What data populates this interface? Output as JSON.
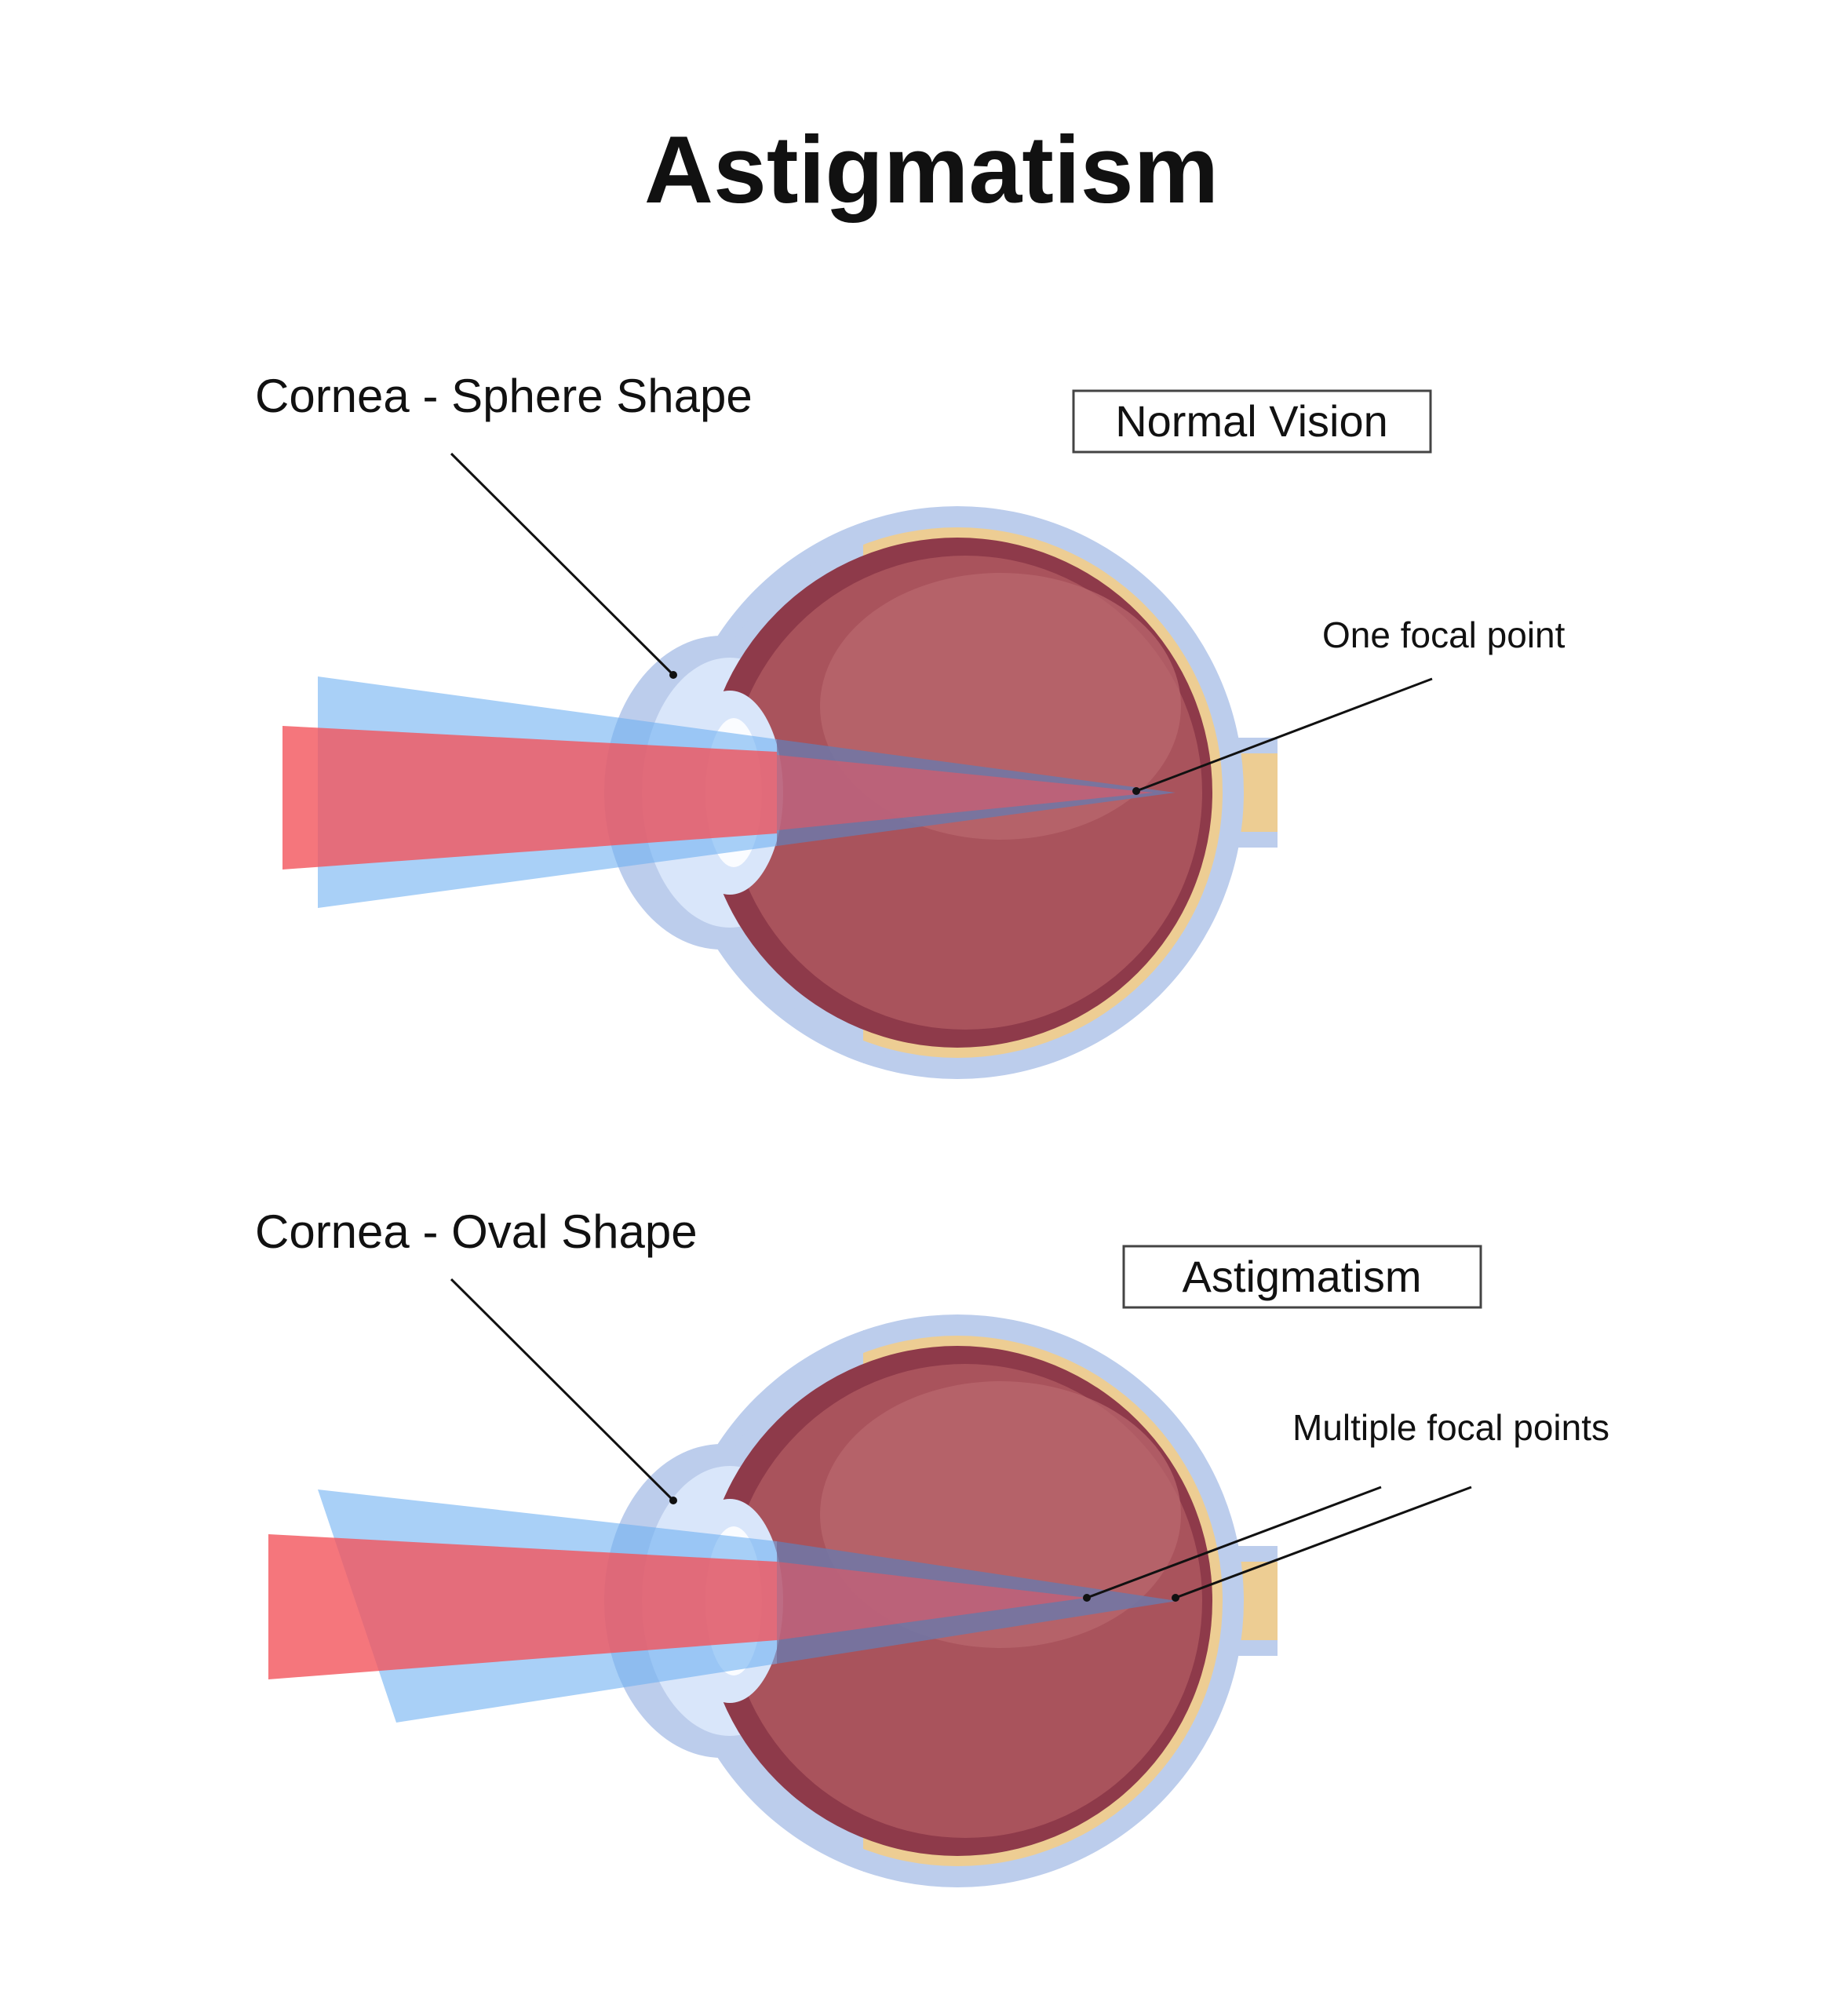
{
  "title": "Astigmatism",
  "panels": [
    {
      "cornea_label": "Cornea - Sphere Shape",
      "box_label": "Normal Vision",
      "focal_label": "One focal point"
    },
    {
      "cornea_label": "Cornea - Oval Shape",
      "box_label": "Astigmatism",
      "focal_label": "Multiple focal points"
    }
  ],
  "colors": {
    "outer_layer": "#BCCDEC",
    "sclera": "#EDCD93",
    "eye_dark": "#8E3A4A",
    "eye_inner": "#A9535C",
    "eye_highlight": "#B9676E",
    "cornea_fill": "#D9E6FA",
    "red_beam": "#F2545B",
    "blue_beam": "#6FB1F2",
    "focus_beam": "#6E78A8"
  }
}
